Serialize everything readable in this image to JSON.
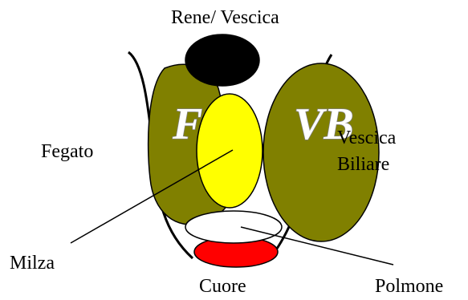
{
  "labels": {
    "rene_vescica": "Rene/ Vescica",
    "fegato": "Fegato",
    "milza": "Milza",
    "cuore": "Cuore",
    "polmone": "Polmone",
    "vescica_biliare_line1": "Vescica",
    "vescica_biliare_line2": "Biliare"
  },
  "marks": {
    "liver": "F",
    "gallbladder": "VB"
  },
  "colors": {
    "olive": "#808000",
    "yellow": "#ffff00",
    "red": "#ff0000",
    "black": "#000000",
    "white": "#ffffff"
  }
}
